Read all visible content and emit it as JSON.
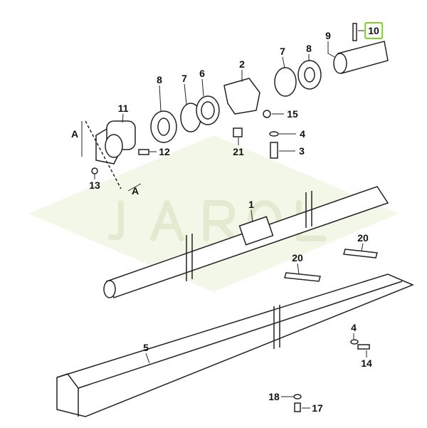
{
  "watermark": "JAROL",
  "highlight_color": "#7ed321",
  "callouts": [
    {
      "id": "10",
      "label": "10",
      "highlighted": true
    },
    {
      "id": "9",
      "label": "9"
    },
    {
      "id": "8a",
      "label": "8"
    },
    {
      "id": "7a",
      "label": "7"
    },
    {
      "id": "2",
      "label": "2"
    },
    {
      "id": "6",
      "label": "6"
    },
    {
      "id": "7b",
      "label": "7"
    },
    {
      "id": "8b",
      "label": "8"
    },
    {
      "id": "11",
      "label": "11"
    },
    {
      "id": "15",
      "label": "15"
    },
    {
      "id": "4a",
      "label": "4"
    },
    {
      "id": "3",
      "label": "3"
    },
    {
      "id": "21",
      "label": "21"
    },
    {
      "id": "12",
      "label": "12"
    },
    {
      "id": "13",
      "label": "13"
    },
    {
      "id": "Aa",
      "label": "A"
    },
    {
      "id": "Ab",
      "label": "A"
    },
    {
      "id": "1",
      "label": "1"
    },
    {
      "id": "20a",
      "label": "20"
    },
    {
      "id": "20b",
      "label": "20"
    },
    {
      "id": "5",
      "label": "5"
    },
    {
      "id": "4b",
      "label": "4"
    },
    {
      "id": "14",
      "label": "14"
    },
    {
      "id": "18",
      "label": "18"
    },
    {
      "id": "17",
      "label": "17"
    }
  ]
}
